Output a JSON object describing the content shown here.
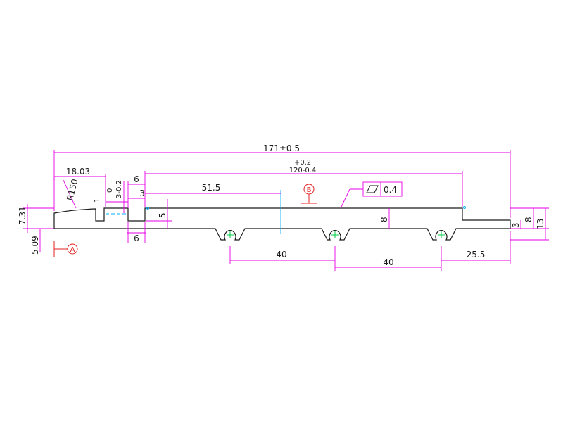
{
  "dimensions": {
    "overall_length": "171±0.5",
    "slot_span_upper": "+0.2",
    "slot_span_lower": "120-0.4",
    "left_offset": "18.03",
    "radius": "R150",
    "small_gap": "1",
    "tol_zero": "0",
    "tol_neg": "3-0.2",
    "step_width": "3",
    "slot_top_width": "6",
    "slot_bottom_width": "6",
    "top_length": "51.5",
    "slot_depth": "5",
    "left_height_outer": "7.31",
    "left_height_inner": "5.09",
    "mid_height": "8",
    "right_step": "3",
    "right_height": "8",
    "total_height": "13",
    "pitch_1": "40",
    "pitch_2": "40",
    "right_offset": "25.5"
  },
  "datums": {
    "a": "A",
    "b": "B"
  },
  "flatness": {
    "symbol": "flatness-symbol",
    "value": "0.4"
  },
  "colors": {
    "profile": "#1a1a1a",
    "dimension": "#e600e6",
    "centerline": "#00b0ff",
    "center_mark": "#00cc44",
    "datum": "#e02020"
  }
}
